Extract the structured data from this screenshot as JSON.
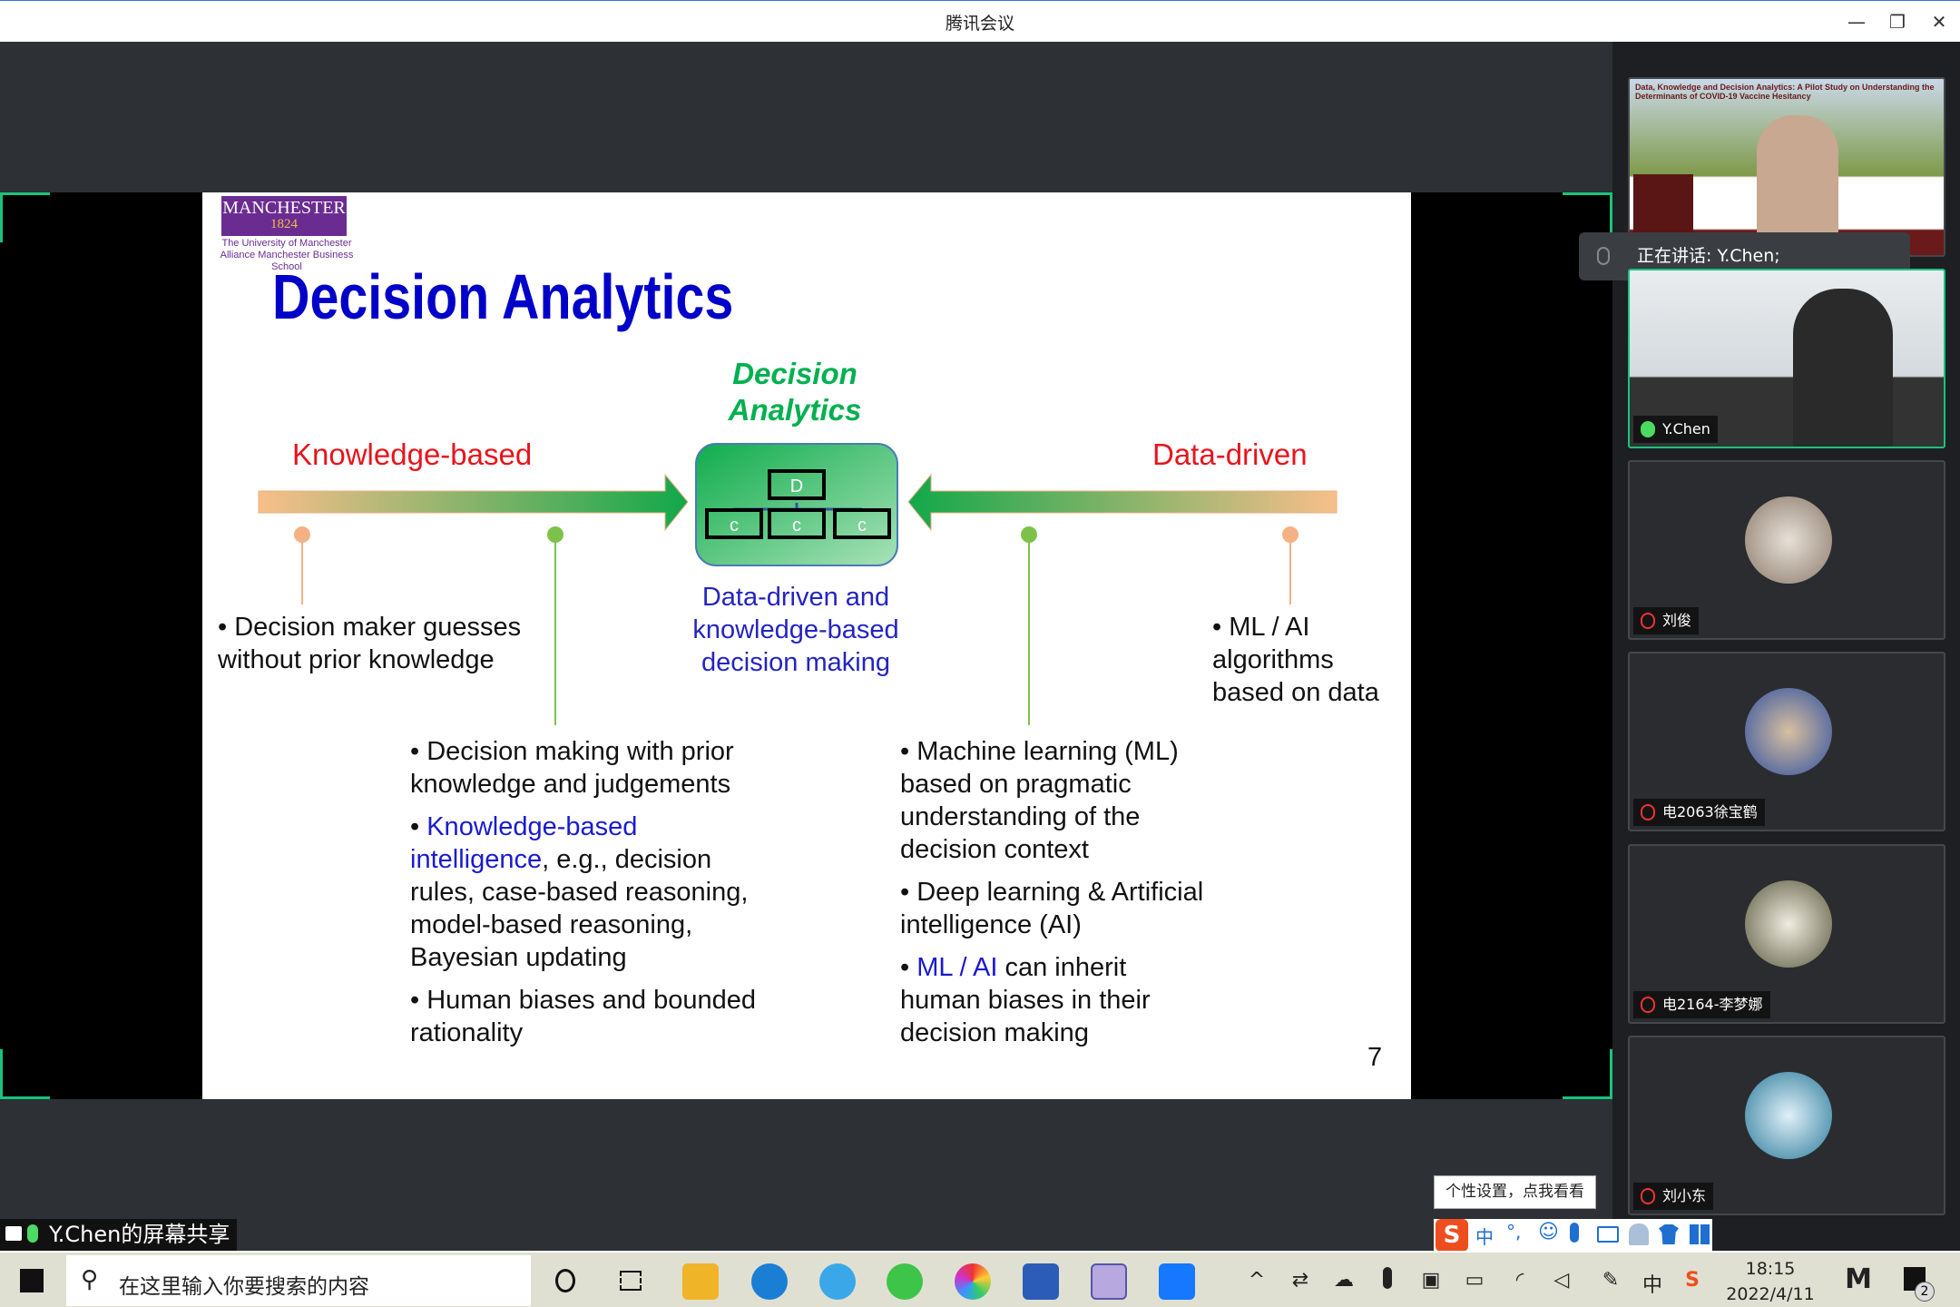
{
  "window": {
    "title": "腾讯会议",
    "minimize": "—",
    "restore": "❐",
    "close": "✕"
  },
  "slide": {
    "logo": {
      "name": "MANCHESTER",
      "year": "1824",
      "sub1": "The University of Manchester",
      "sub2": "Alliance Manchester Business School"
    },
    "title": "Decision Analytics",
    "center_title": [
      "Decision",
      "Analytics"
    ],
    "left_label": "Knowledge-based",
    "right_label": "Data-driven",
    "box": {
      "top": "D",
      "children": [
        "c",
        "c",
        "c"
      ]
    },
    "center_text": [
      "Data-driven and",
      "knowledge-based",
      "decision making"
    ],
    "left_text": "• Decision maker guesses without prior knowledge",
    "right_text": "• ML / AI algorithms based on data",
    "mid_left": {
      "p1": "• Decision making with prior knowledge and judgements",
      "p2_prefix": "• ",
      "p2_link": "Knowledge-based intelligence",
      "p2_rest": ", e.g., decision rules, case-based reasoning, model-based reasoning, Bayesian updating",
      "p3": "• Human biases and bounded rationality"
    },
    "mid_right": {
      "p1": "• Machine learning (ML) based on pragmatic understanding of the decision context",
      "p2": "• Deep learning & Artificial intelligence (AI)",
      "p3_prefix": "• ",
      "p3_link": "ML / AI",
      "p3_rest": " can inherit human biases in their decision making"
    },
    "page_number": "7"
  },
  "share_label": "Y.Chen的屏幕共享",
  "speaking_banner": "正在讲话: Y.Chen;",
  "tile1_slide_title": "Data, Knowledge and Decision Analytics: A Pilot Study on Understanding the Determinants of COVID-19 Vaccine Hesitancy",
  "participants": [
    {
      "name": "Y.Chen",
      "muted": false
    },
    {
      "name": "刘俊",
      "muted": true
    },
    {
      "name": "电2063徐宝鹤",
      "muted": true
    },
    {
      "name": "电2164-李梦娜",
      "muted": true
    },
    {
      "name": "刘小东",
      "muted": true
    }
  ],
  "ime": {
    "tooltip": "个性设置，点我看看",
    "mode": "中"
  },
  "taskbar": {
    "search_placeholder": "在这里输入你要搜索的内容",
    "time": "18:15",
    "date": "2022/4/11",
    "notifications": "2",
    "tray_ime": "中"
  },
  "colors": {
    "accent_green": "#19c37d",
    "slide_blue": "#0000c8",
    "slide_red": "#e8141c",
    "slide_green": "#00b050"
  }
}
